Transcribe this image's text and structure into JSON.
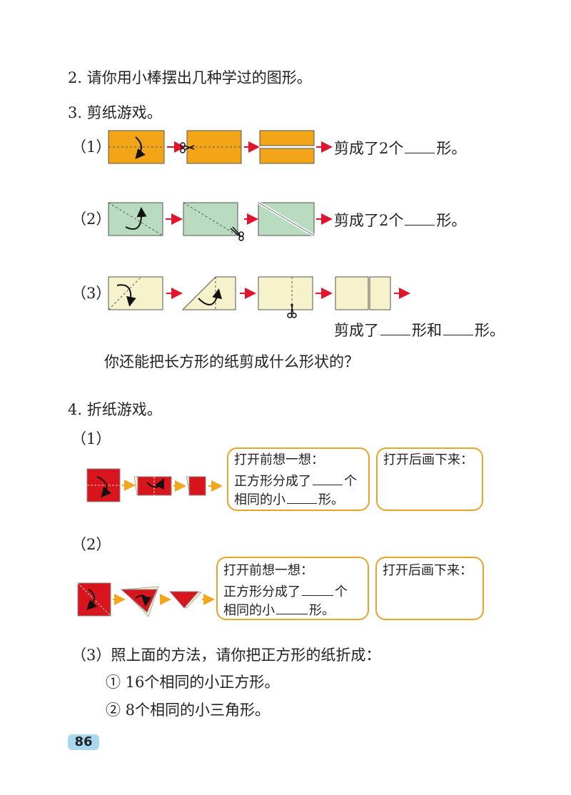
{
  "q2": {
    "text": "2. 请你用小棒摆出几种学过的图形。"
  },
  "q3": {
    "title": "3. 剪纸游戏。",
    "p1": {
      "label": "（1）",
      "result_pre": "剪成了2个",
      "result_post": "形。"
    },
    "p2": {
      "label": "（2）",
      "result_pre": "剪成了2个",
      "result_post": "形。"
    },
    "p3": {
      "label": "（3）",
      "result_pre": "剪成了",
      "result_mid": "形和",
      "result_post": "形。"
    },
    "question": "你还能把长方形的纸剪成什么形状的？"
  },
  "q4": {
    "title": "4. 折纸游戏。",
    "p1": {
      "label": "（1）",
      "think_title": "打开前想一想：",
      "think_line1_pre": "正方形分成了",
      "think_line1_post": "个",
      "think_line2_pre": "相同的小",
      "think_line2_post": "形。",
      "draw_title": "打开后画下来："
    },
    "p2": {
      "label": "（2）",
      "think_title": "打开前想一想：",
      "think_line1_pre": "正方形分成了",
      "think_line1_post": "个",
      "think_line2_pre": "相同的小",
      "think_line2_post": "形。",
      "draw_title": "打开后画下来："
    },
    "p3": {
      "label": "（3）照上面的方法，请你把正方形的纸折成：",
      "item1": "① 16个相同的小正方形。",
      "item2": "② 8个相同的小三角形。"
    }
  },
  "page_number": "86",
  "colors": {
    "orange": "#f2a516",
    "green": "#b9dcc0",
    "cream": "#f6f2cc",
    "red": "#d8141d",
    "arrow_red": "#e0142c",
    "arrow_orange": "#f0a71e",
    "box_border": "#e6a52a",
    "page_badge": "#a8d8f0"
  }
}
